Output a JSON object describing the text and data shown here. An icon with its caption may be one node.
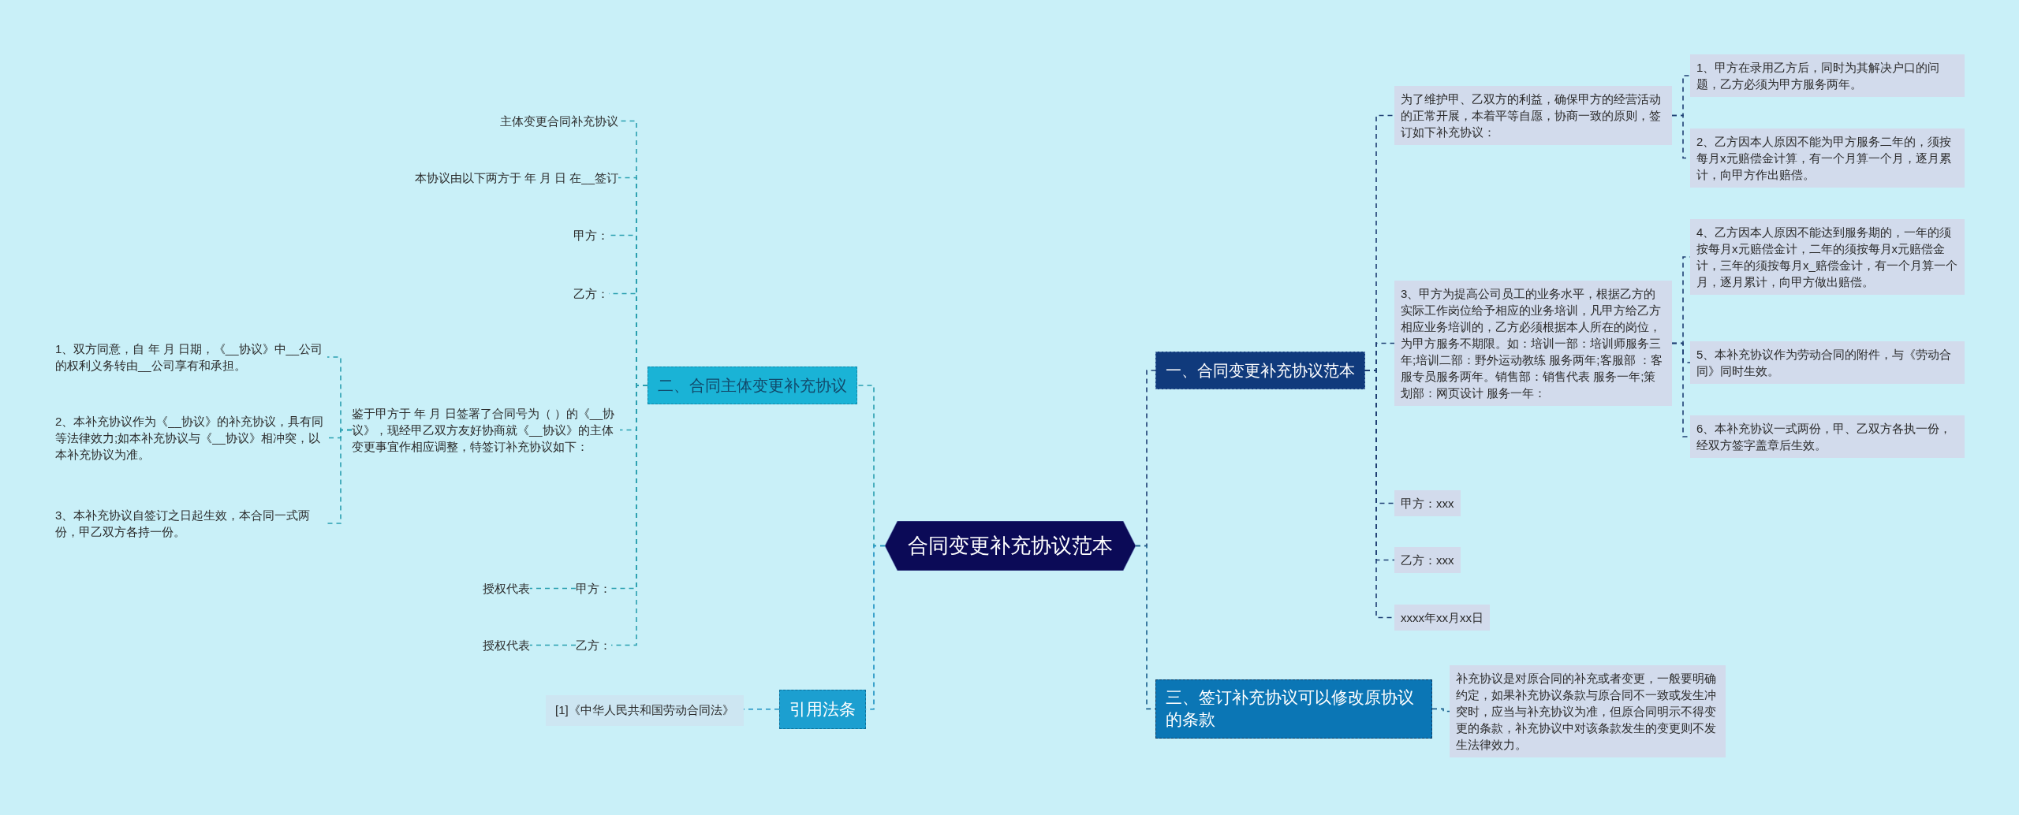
{
  "diagram": {
    "nodes": [
      {
        "text": [
          "合同变更补充协议范本"
        ]
      },
      {
        "text": [
          "一、合同变更补充协议范本"
        ]
      },
      {
        "text": [
          "为了维护甲、乙双方的利益，确保甲方的经营活动的正常开展，本着平等自愿，协商一致的原则，签订如下补充协议："
        ]
      },
      {
        "text": [
          "1、甲方在录用乙方后，同时为其解决户口的问题，乙方必须为甲方服务两年。"
        ]
      },
      {
        "text": [
          "2、乙方因本人原因不能为甲方服务二年的，须按每月x元赔偿金计算，有一个月算一个月，逐月累计，向甲方作出赔偿。"
        ]
      },
      {
        "text": [
          "3、甲方为提高公司员工的业务水平，根据乙方的实际工作岗位给予相应的业务培训，凡甲方给乙方相应业务培训的，乙方必须根据本人所在的岗位，为甲方服务不期限。如：培训一部：培训师服务三年;培训二部：野外运动教练 服务两年;客服部 ：客服专员服务两年。销售部：销售代表 服务一年;策划部：网页设计 服务一年："
        ]
      },
      {
        "text": [
          "4、乙方因本人原因不能达到服务期的，一年的须按每月x元赔偿金计，二年的须按每月x元赔偿金计，三年的须按每月x_赔偿金计，有一个月算一个月，逐月累计，向甲方做出赔偿。"
        ]
      },
      {
        "text": [
          "5、本补充协议作为劳动合同的附件，与《劳动合同》同时生效。"
        ]
      },
      {
        "text": [
          "6、本补充协议一式两份，甲、乙双方各执一份，经双方签字盖章后生效。"
        ]
      },
      {
        "text": [
          "甲方：xxx"
        ]
      },
      {
        "text": [
          "乙方：xxx"
        ]
      },
      {
        "text": [
          "xxxx年xx月xx日"
        ]
      },
      {
        "text": [
          "三、签订补充协议可以修改原协议的条款"
        ]
      },
      {
        "text": [
          "补充协议是对原合同的补充或者变更，一般要明确约定，如果补充协议条款与原合同不一致或发生冲突时，应当与补充协议为准，但原合同明示不得变更的条款，补充协议中对该条款发生的变更则不发生法律效力。"
        ]
      },
      {
        "text": [
          "二、合同主体变更补充协议"
        ]
      },
      {
        "text": [
          "主体变更合同补充协议"
        ]
      },
      {
        "text": [
          "本协议由以下两方于 年 月 日 在__签订"
        ]
      },
      {
        "text": [
          "甲方："
        ]
      },
      {
        "text": [
          "乙方："
        ]
      },
      {
        "text": [
          "鉴于甲方于 年 月 日签署了合同号为（ ）的《__协议》，现经甲乙双方友好协商就《__协议》的主体变更事宜作相应调整，特签订补充协议如下："
        ]
      },
      {
        "text": [
          "1、双方同意，自 年 月 日期，《__协议》中__公司的权利义务转由__公司享有和承担。"
        ]
      },
      {
        "text": [
          "2、本补充协议作为《__协议》的补充协议，具有同等法律效力;如本补充协议与《__协议》相冲突，以本补充协议为准。"
        ]
      },
      {
        "text": [
          "3、本补充协议自签订之日起生效，本合同一式两份，甲乙双方各持一份。"
        ]
      },
      {
        "text": [
          "甲方："
        ]
      },
      {
        "text": [
          "授权代表"
        ]
      },
      {
        "text": [
          "乙方："
        ]
      },
      {
        "text": [
          "授权代表"
        ]
      },
      {
        "text": [
          "引用法条"
        ]
      },
      {
        "text": [
          "[1]《中华人民共和国劳动合同法》"
        ]
      }
    ],
    "edges": [
      {
        "from": 0,
        "to": 1,
        "arrow": "none",
        "style": "dashed",
        "color": "#1f3f73"
      },
      {
        "from": 1,
        "to": 2,
        "arrow": "none",
        "style": "dashed",
        "color": "#1f3f73"
      },
      {
        "from": 2,
        "to": 3,
        "arrow": "none",
        "style": "dashed",
        "color": "#1f3f73"
      },
      {
        "from": 2,
        "to": 4,
        "arrow": "none",
        "style": "dashed",
        "color": "#1f3f73"
      },
      {
        "from": 1,
        "to": 5,
        "arrow": "none",
        "style": "dashed",
        "color": "#1f3f73"
      },
      {
        "from": 5,
        "to": 6,
        "arrow": "none",
        "style": "dashed",
        "color": "#1f3f73"
      },
      {
        "from": 5,
        "to": 7,
        "arrow": "none",
        "style": "dashed",
        "color": "#1f3f73"
      },
      {
        "from": 5,
        "to": 8,
        "arrow": "none",
        "style": "dashed",
        "color": "#1f3f73"
      },
      {
        "from": 1,
        "to": 9,
        "arrow": "none",
        "style": "dashed",
        "color": "#1f3f73"
      },
      {
        "from": 1,
        "to": 10,
        "arrow": "none",
        "style": "dashed",
        "color": "#1f3f73"
      },
      {
        "from": 1,
        "to": 11,
        "arrow": "none",
        "style": "dashed",
        "color": "#1f3f73"
      },
      {
        "from": 0,
        "to": 12,
        "arrow": "none",
        "style": "dashed",
        "color": "#1a5f8c"
      },
      {
        "from": 12,
        "to": 13,
        "arrow": "none",
        "style": "dashed",
        "color": "#1a5f8c"
      },
      {
        "from": 0,
        "to": 14,
        "arrow": "none",
        "style": "dashed",
        "color": "#2a9fb0"
      },
      {
        "from": 14,
        "to": 15,
        "arrow": "none",
        "style": "dashed",
        "color": "#2a9fb0"
      },
      {
        "from": 14,
        "to": 16,
        "arrow": "none",
        "style": "dashed",
        "color": "#2a9fb0"
      },
      {
        "from": 14,
        "to": 17,
        "arrow": "none",
        "style": "dashed",
        "color": "#2a9fb0"
      },
      {
        "from": 14,
        "to": 18,
        "arrow": "none",
        "style": "dashed",
        "color": "#2a9fb0"
      },
      {
        "from": 14,
        "to": 19,
        "arrow": "none",
        "style": "dashed",
        "color": "#2a9fb0"
      },
      {
        "from": 19,
        "to": 20,
        "arrow": "none",
        "style": "dashed",
        "color": "#2a9fb0"
      },
      {
        "from": 19,
        "to": 21,
        "arrow": "none",
        "style": "dashed",
        "color": "#2a9fb0"
      },
      {
        "from": 19,
        "to": 22,
        "arrow": "none",
        "style": "dashed",
        "color": "#2a9fb0"
      },
      {
        "from": 14,
        "to": 23,
        "arrow": "none",
        "style": "dashed",
        "color": "#2a9fb0"
      },
      {
        "from": 23,
        "to": 24,
        "arrow": "none",
        "style": "dashed",
        "color": "#2a9fb0"
      },
      {
        "from": 14,
        "to": 25,
        "arrow": "none",
        "style": "dashed",
        "color": "#2a9fb0"
      },
      {
        "from": 25,
        "to": 26,
        "arrow": "none",
        "style": "dashed",
        "color": "#2a9fb0"
      },
      {
        "from": 0,
        "to": 27,
        "arrow": "none",
        "style": "dashed",
        "color": "#1a8fc0"
      },
      {
        "from": 27,
        "to": 28,
        "arrow": "none",
        "style": "dashed",
        "color": "#1a8fc0"
      }
    ]
  }
}
